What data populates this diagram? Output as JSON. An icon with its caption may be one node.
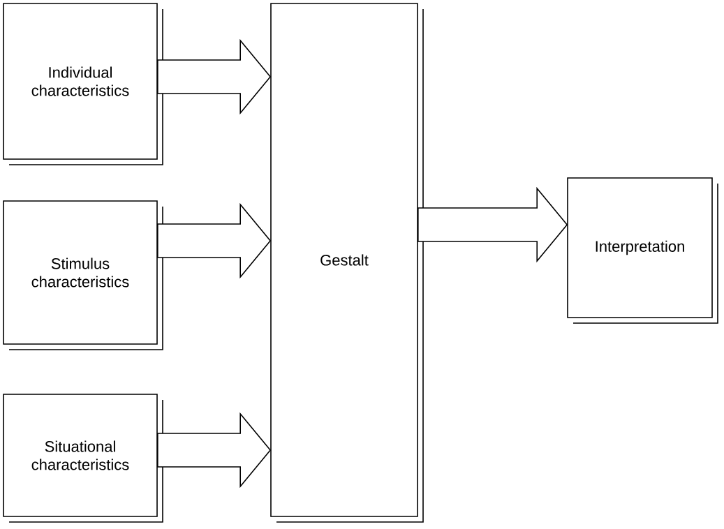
{
  "diagram": {
    "nodes": [
      {
        "text": [
          "Individual characteristics"
        ]
      },
      {
        "text": [
          "Stimulus characteristics"
        ]
      },
      {
        "text": [
          "Situational characteristics"
        ]
      },
      {
        "text": [
          "Gestalt"
        ]
      },
      {
        "text": [
          "Interpretation"
        ]
      }
    ],
    "edges": [
      {
        "from": 0,
        "to": 3,
        "arrow": "to"
      },
      {
        "from": 1,
        "to": 3,
        "arrow": "to"
      },
      {
        "from": 2,
        "to": 3,
        "arrow": "to"
      },
      {
        "from": 3,
        "to": 4,
        "arrow": "to"
      }
    ]
  }
}
